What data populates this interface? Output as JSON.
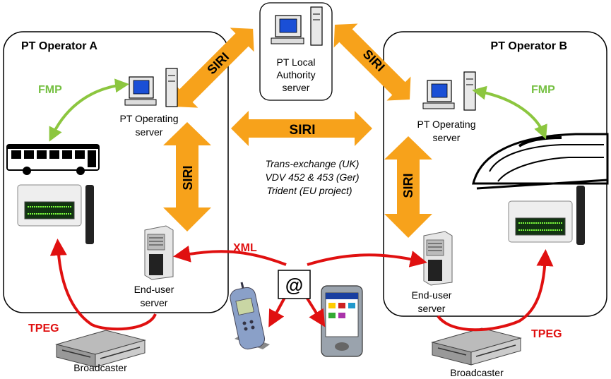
{
  "operator_a": {
    "title": "PT Operator A"
  },
  "operator_b": {
    "title": "PT Operator B"
  },
  "local_authority": {
    "line1": "PT Local",
    "line2": "Authority",
    "line3": "server"
  },
  "operating_server_a": {
    "line1": "PT Operating",
    "line2": "server"
  },
  "operating_server_b": {
    "line1": "PT Operating",
    "line2": "server"
  },
  "end_user_server_a": {
    "line1": "End-user",
    "line2": "server"
  },
  "end_user_server_b": {
    "line1": "End-user",
    "line2": "server"
  },
  "broadcaster_a": {
    "label": "Broadcaster"
  },
  "broadcaster_b": {
    "label": "Broadcaster"
  },
  "protocols": {
    "siri": "SIRI",
    "fmp": "FMP",
    "xml": "XML",
    "tpeg": "TPEG",
    "at_sign": "@"
  },
  "standards": [
    "Trans-exchange (UK)",
    "VDV 452 & 453 (Ger)",
    "Trident  (EU project)"
  ],
  "colors": {
    "siri_arrow": "#f7a21b",
    "fmp_arrow": "#8cc63f",
    "fmp_text": "#76c043",
    "red_arrow": "#e01010",
    "red_text": "#e01010"
  }
}
